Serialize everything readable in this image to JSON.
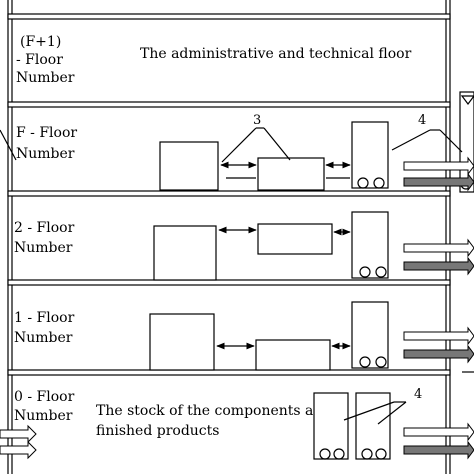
{
  "floors": [
    {
      "line1": "(F+1)",
      "line2": "- Floor",
      "line3": "Number",
      "description": "The administrative and technical floor"
    },
    {
      "line1": "F - Floor",
      "line2": "Number"
    },
    {
      "line1": "2 - Floor",
      "line2": "Number"
    },
    {
      "line1": "1 - Floor",
      "line2": "Number"
    },
    {
      "line1": "0 - Floor",
      "line2": "Number",
      "description_line1": "The stock of the components and",
      "description_line2": "finished products"
    }
  ],
  "callouts": {
    "label_3": "3",
    "label_4_top": "4",
    "label_4_bottom": "4"
  }
}
